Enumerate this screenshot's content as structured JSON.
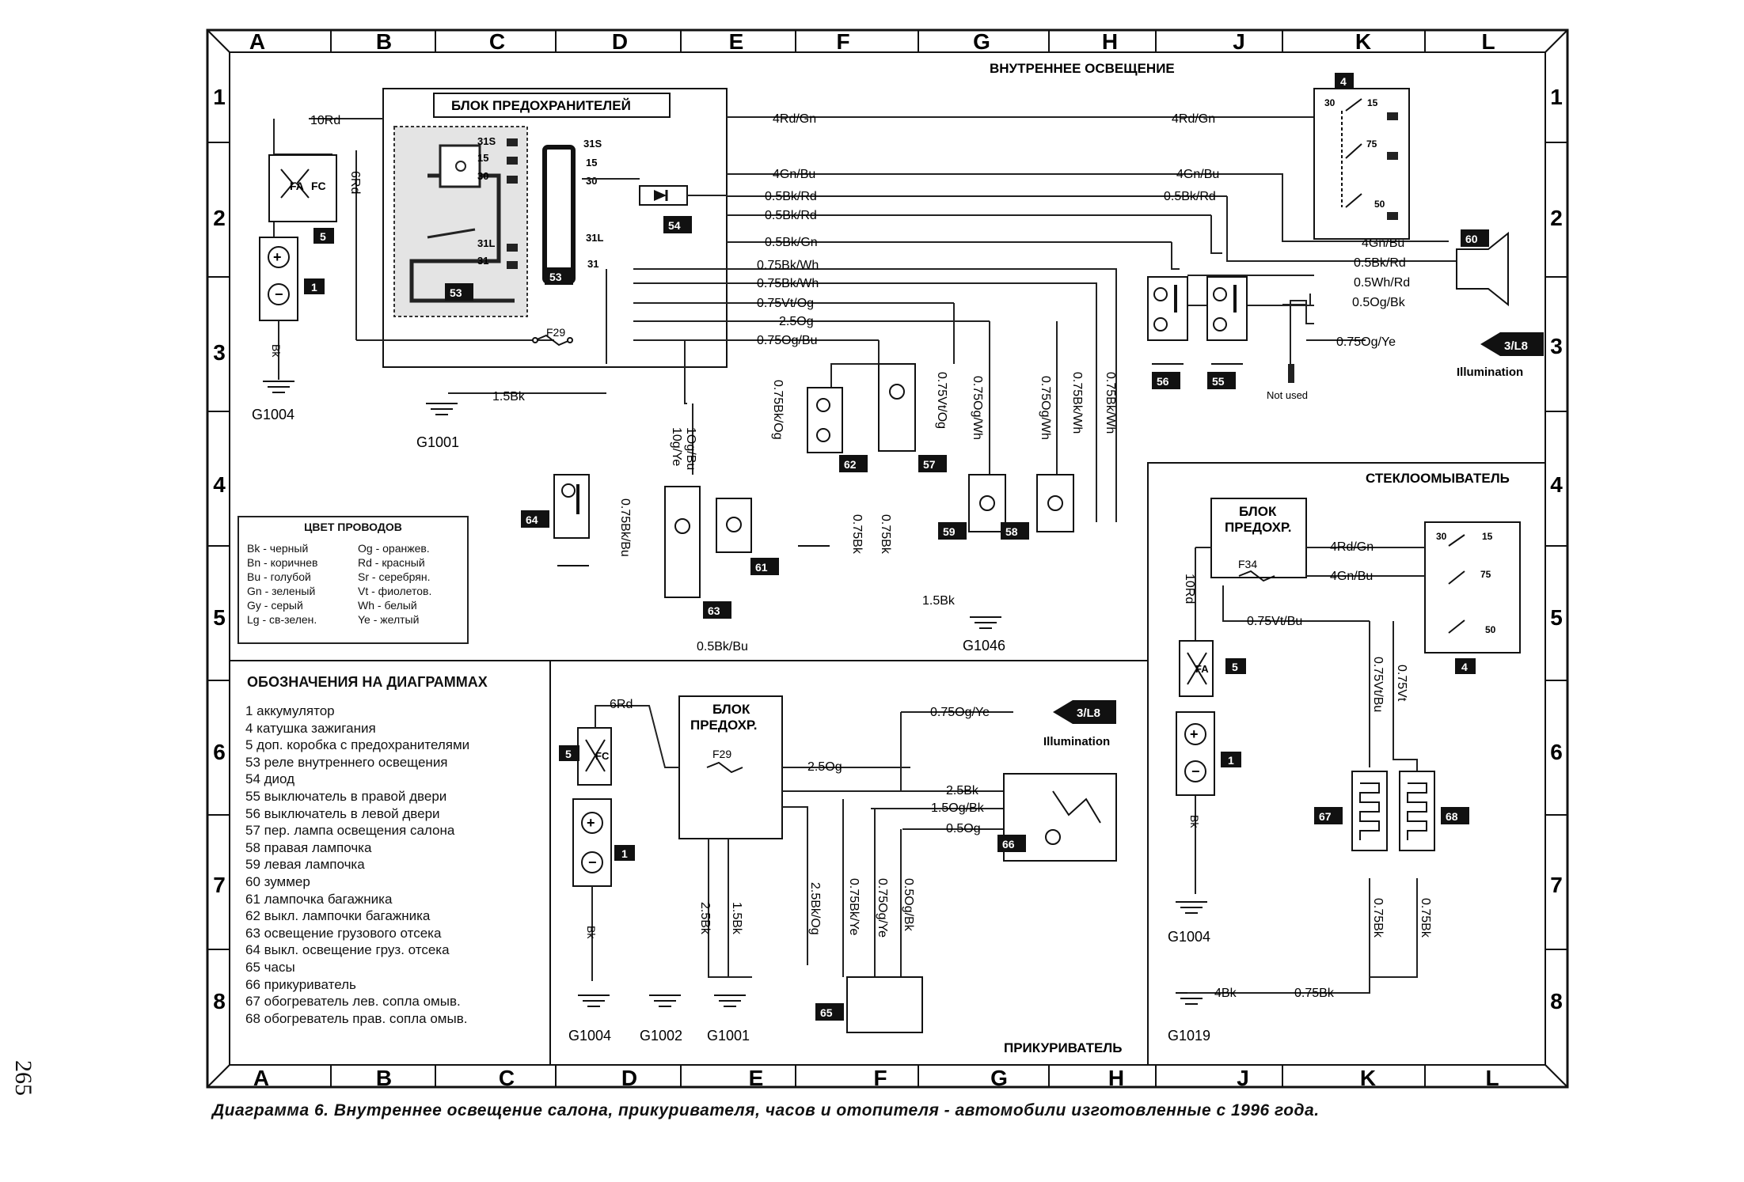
{
  "grid": {
    "columns": [
      "A",
      "B",
      "C",
      "D",
      "E",
      "F",
      "G",
      "H",
      "J",
      "K",
      "L"
    ],
    "rows": [
      "1",
      "2",
      "3",
      "4",
      "5",
      "6",
      "7",
      "8"
    ]
  },
  "sections": {
    "interior_lighting": "ВНУТРЕННЕЕ ОСВЕЩЕНИЕ",
    "washer": "СТЕКЛООМЫВАТЕЛЬ",
    "lighter": "ПРИКУРИВАТЕЛЬ",
    "legend": "ОБОЗНАЧЕНИЯ НА ДИАГРАММАХ",
    "wire_colors": "ЦВЕТ ПРОВОДОВ"
  },
  "blocks": {
    "fuse_box_main": "БЛОК ПРЕДОХРАНИТЕЛЕЙ",
    "fuse_box_washer_1": "БЛОК",
    "fuse_box_washer_2": "ПРЕДОХР.",
    "fuse_box_lighter_1": "БЛОК",
    "fuse_box_lighter_2": "ПРЕДОХР."
  },
  "wire_colors": [
    {
      "code": "Bk - черный"
    },
    {
      "code": "Bn - коричнев"
    },
    {
      "code": "Bu - голубой"
    },
    {
      "code": "Gn - зеленый"
    },
    {
      "code": "Gy - серый"
    },
    {
      "code": "Lg - св-зелен."
    },
    {
      "code": "Og - оранжев."
    },
    {
      "code": "Rd - красный"
    },
    {
      "code": "Sr - серебрян."
    },
    {
      "code": "Vt - фиолетов."
    },
    {
      "code": "Wh - белый"
    },
    {
      "code": "Ye - желтый"
    }
  ],
  "legend": [
    "1  аккумулятор",
    "4  катушка зажигания",
    "5 доп. коробка с предохранителями",
    "53 реле внутреннего освещения",
    "54 диод",
    "55 выключатель в правой двери",
    "56 выключатель в левой двери",
    "57 пер. лампа освещения салона",
    "58 правая лампочка",
    "59 левая лампочка",
    "60 зуммер",
    "61 лампочка багажника",
    "62 выкл. лампочки багажника",
    "63 освещение грузового отсека",
    "64 выкл. освещение груз. отсека",
    "65 часы",
    "66 прикуриватель",
    "67 обогреватель лев. сопла омыв.",
    "68 обогреватель прав. сопла омыв."
  ],
  "wires": {
    "w_10rd": "10Rd",
    "w_6rd": "6Rd",
    "w_4rdgn": "4Rd/Gn",
    "w_4gnbu": "4Gn/Bu",
    "w_05bkrd": "0.5Bk/Rd",
    "w_05bkgn": "0.5Bk/Gn",
    "w_075bkwh": "0.75Bk/Wh",
    "w_075vtog": "0.75Vt/Og",
    "w_25og": "2.5Og",
    "w_075ogbu": "0.75Og/Bu",
    "w_05whrd": "0.5Wh/Rd",
    "w_05ogbk": "0.5Og/Bk",
    "w_075ogye": "0.75Og/Ye",
    "w_15bk": "1.5Bk",
    "w_075bkog": "0.75Bk/Og",
    "w_075ogwh": "0.75Og/Wh",
    "w_075vtog_v": "0.75Vt/Og",
    "w_075bk": "0.75Bk",
    "w_1ogbu": "1Og/Bu",
    "w_10gye": "10g/Ye",
    "w_075bkbu": "0.75Bk/Bu",
    "w_05bkbu": "0.5Bk/Bu",
    "w_bk": "Bk",
    "w_075vtbu": "0.75Vt/Bu",
    "w_075vt": "0.75Vt",
    "w_4bk": "4Bk",
    "w_25bk": "2.5Bk",
    "w_15ogbk": "1.5Og/Bk",
    "w_05og": "0.5Og",
    "w_25bkog": "2.5Bk/Og",
    "w_075bkye": "0.75Bk/Ye",
    "w_075ogye_v": "0.75Og/Ye",
    "w_05ogbk_v": "0.5Og/Bk",
    "w_075vtbu_v": "0.75Vt/Bu"
  },
  "components": {
    "c1": "1",
    "c4": "4",
    "c5": "5",
    "c53": "53",
    "c54": "54",
    "c55": "55",
    "c56": "56",
    "c57": "57",
    "c58": "58",
    "c59": "59",
    "c60": "60",
    "c61": "61",
    "c62": "62",
    "c63": "63",
    "c64": "64",
    "c65": "65",
    "c66": "66",
    "c67": "67",
    "c68": "68"
  },
  "terminals": {
    "t31s": "31S",
    "t15": "15",
    "t30": "30",
    "t31l": "31L",
    "t31": "31",
    "t75": "75",
    "t50": "50",
    "fa": "FA",
    "fc": "FC",
    "f29": "F29",
    "f34": "F34"
  },
  "grounds": {
    "g1004": "G1004",
    "g1001": "G1001",
    "g1046": "G1046",
    "g1002": "G1002",
    "g1019": "G1019"
  },
  "refs": {
    "ref_l8": "3/L8",
    "illumination": "Illumination",
    "not_used": "Not used"
  },
  "page_number": "265",
  "caption": "Диаграмма 6. Внутреннее освещение салона, прикуривателя, часов и отопителя - автомобили изготовленные с 1996 года."
}
